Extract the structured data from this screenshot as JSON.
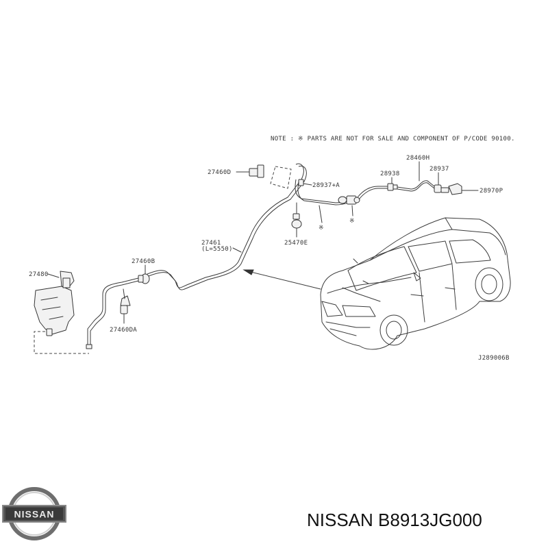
{
  "note": "NOTE : ※ PARTS ARE NOT FOR SALE AND COMPONENT OF P/CODE 90100.",
  "drawing_code": "J289006B",
  "callouts": {
    "c27460D": "27460D",
    "c28937A": "28937+A",
    "c28938": "28938",
    "c28460H": "28460H",
    "c28937": "28937",
    "c28970P": "28970P",
    "c25470E": "25470E",
    "c27461": "27461",
    "c27461len": "(L=5550)",
    "c27460B": "27460B",
    "c27480": "27480",
    "c27460DA": "27460DA",
    "mark1": "※",
    "mark2": "※"
  },
  "logo": {
    "brand": "NISSAN"
  },
  "footer": {
    "brand": "NISSAN",
    "part_number": "B8913JG000"
  }
}
